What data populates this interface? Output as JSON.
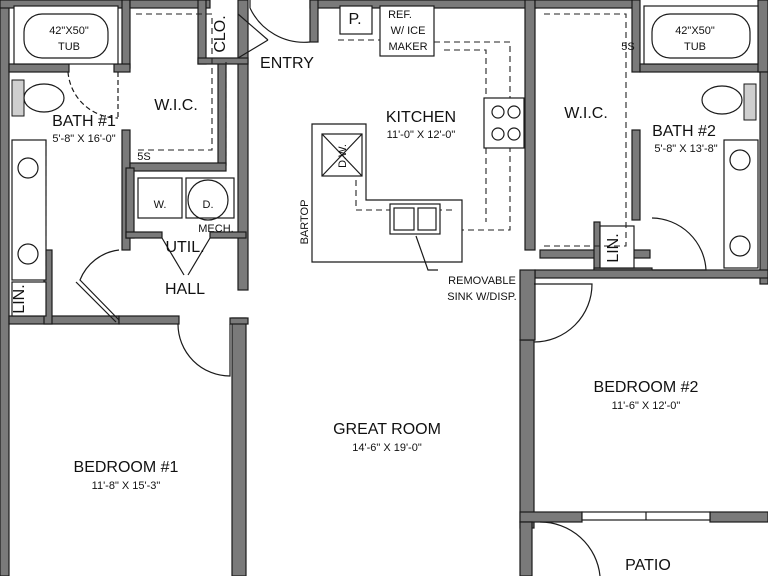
{
  "rooms": {
    "tub_left": "42\"X50\"",
    "tub_left_sub": "TUB",
    "tub_right": "42\"X50\"",
    "tub_right_sub": "TUB",
    "closet": "CLO.",
    "pantry": "P.",
    "ref_line1": "REF.",
    "ref_line2": "W/ ICE",
    "ref_line3": "MAKER",
    "entry": "ENTRY",
    "wic_left": "W.I.C.",
    "wic_right": "W.I.C.",
    "bath1": "BATH #1",
    "bath1_dim": "5'-8\" X 16'-0\"",
    "bath2": "BATH #2",
    "bath2_dim": "5'-8\" X 13'-8\"",
    "kitchen": "KITCHEN",
    "kitchen_dim": "11'-0\" X 12'-0\"",
    "dw": "D.W.",
    "washer": "W.",
    "dryer": "D.",
    "mech": "MECH.",
    "shelf_left": "5S",
    "shelf_right": "5S",
    "util": "UTIL.",
    "hall": "HALL",
    "bartop": "BARTOP",
    "lin_left": "LIN.",
    "lin_right": "LIN.",
    "sink_note_1": "REMOVABLE",
    "sink_note_2": "SINK W/DISP.",
    "great_room": "GREAT ROOM",
    "great_room_dim": "14'-6\" X 19'-0\"",
    "bedroom1": "BEDROOM #1",
    "bedroom1_dim": "11'-8\" X 15'-3\"",
    "bedroom2": "BEDROOM #2",
    "bedroom2_dim": "11'-6\" X 12'-0\"",
    "patio": "PATIO"
  }
}
